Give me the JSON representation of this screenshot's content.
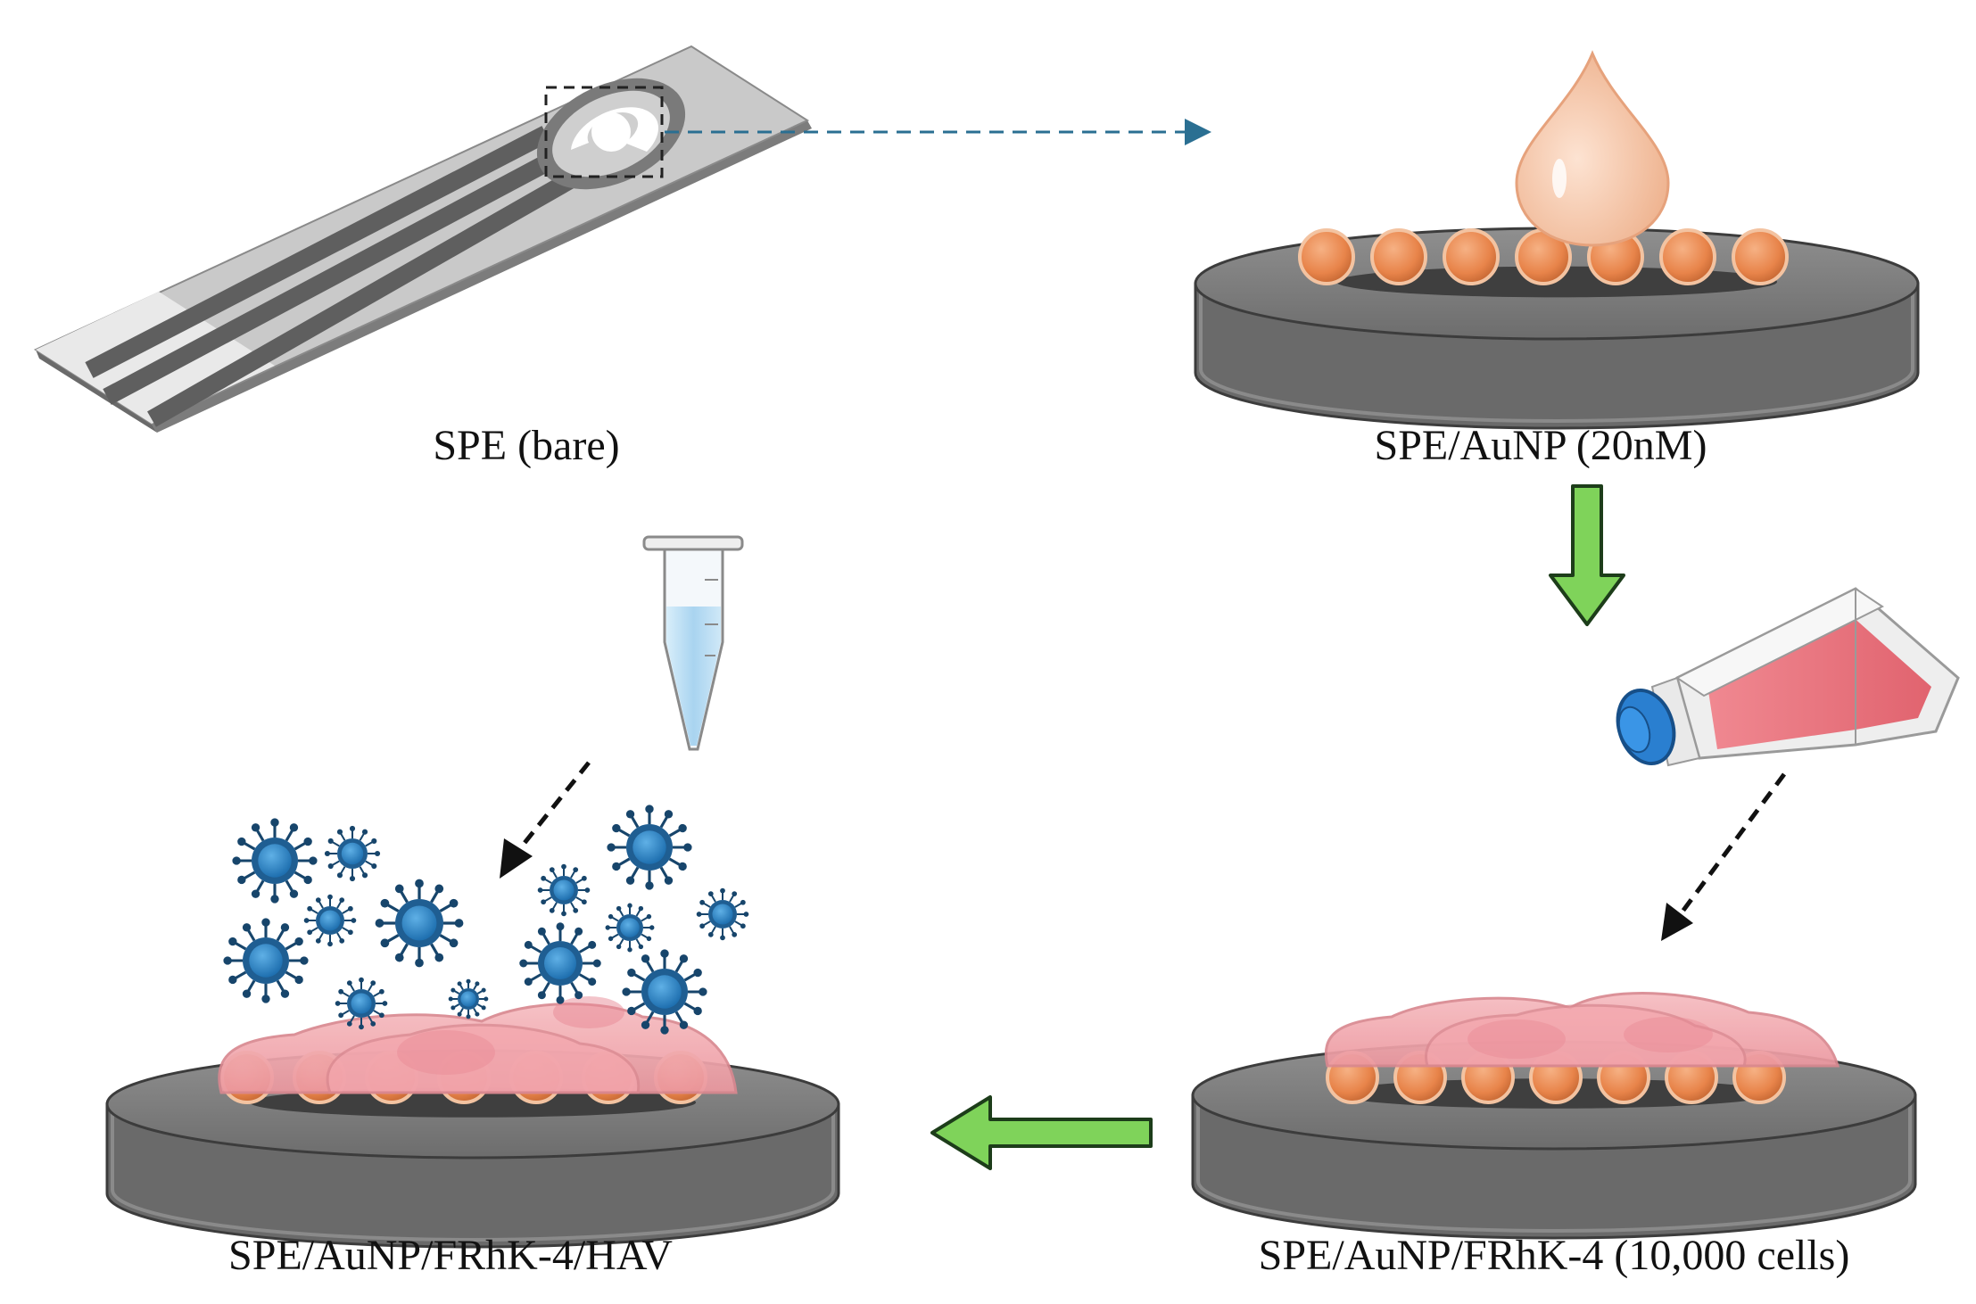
{
  "labels": {
    "spe_bare": "SPE (bare)",
    "spe_aunp": "SPE/AuNP (20nM)",
    "spe_aunp_cells": "SPE/AuNP/FRhK-4 (10,000 cells)",
    "spe_aunp_cells_hav": "SPE/AuNP/FRhK-4/HAV"
  },
  "colors": {
    "electrode_body": "#9a9a9a",
    "electrode_side": "#4a4a4a",
    "gold_nanoparticle": "#e8844a",
    "drop": "#f4c4a4",
    "cell_layer": "#f0a8ae",
    "virus": "#2f88c8",
    "virus_outline": "#17456b",
    "process_arrow": "#7fd35a",
    "process_arrow_outline": "#1d3d1a",
    "dashed_arrow_blue": "#2a6f92",
    "dashed_arrow_black": "#111111",
    "flask_cap": "#2a7fd0",
    "flask_medium": "#e8707a",
    "tube_liquid": "#bfe0f4"
  },
  "icons": [
    "screen-printed-electrode",
    "droplet-icon",
    "culture-flask-icon",
    "microtube-icon",
    "virus-icon"
  ]
}
